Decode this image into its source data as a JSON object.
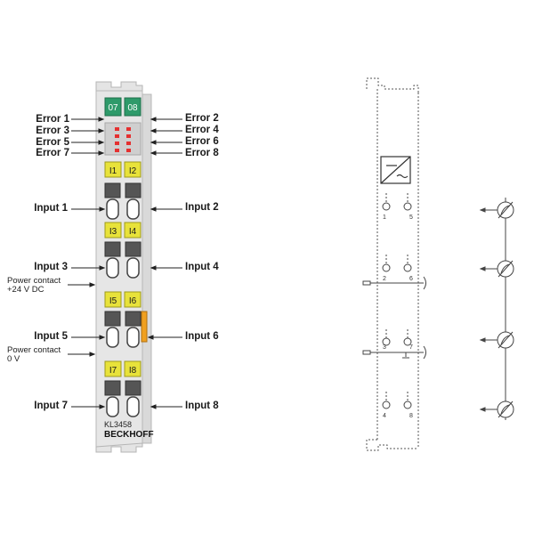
{
  "labels": {
    "error1": "Error 1",
    "error2": "Error 2",
    "error3": "Error 3",
    "error4": "Error 4",
    "error5": "Error 5",
    "error6": "Error 6",
    "error7": "Error 7",
    "error8": "Error 8",
    "input1": "Input 1",
    "input2": "Input 2",
    "input3": "Input 3",
    "input4": "Input 4",
    "input5": "Input 5",
    "input6": "Input 6",
    "input7": "Input 7",
    "input8": "Input 8",
    "pc24_line1": "Power contact",
    "pc24_line2": "+24 V DC",
    "pc0_line1": "Power contact",
    "pc0_line2": "0 V"
  },
  "terminal": {
    "status_leds": [
      "07",
      "08"
    ],
    "channel_leds": [
      "I1",
      "I2",
      "I3",
      "I4",
      "I5",
      "I6",
      "I7",
      "I8"
    ],
    "model": "KL3458",
    "brand": "BECKHOFF",
    "colors": {
      "status_green": "#2e9a6a",
      "channel_yellow": "#e8e23a",
      "error_red": "#e53030",
      "housing": "#e6e6e6"
    }
  },
  "schematic": {
    "contact_numbers": [
      "1",
      "5",
      "2",
      "6",
      "3",
      "7",
      "4",
      "8"
    ]
  }
}
